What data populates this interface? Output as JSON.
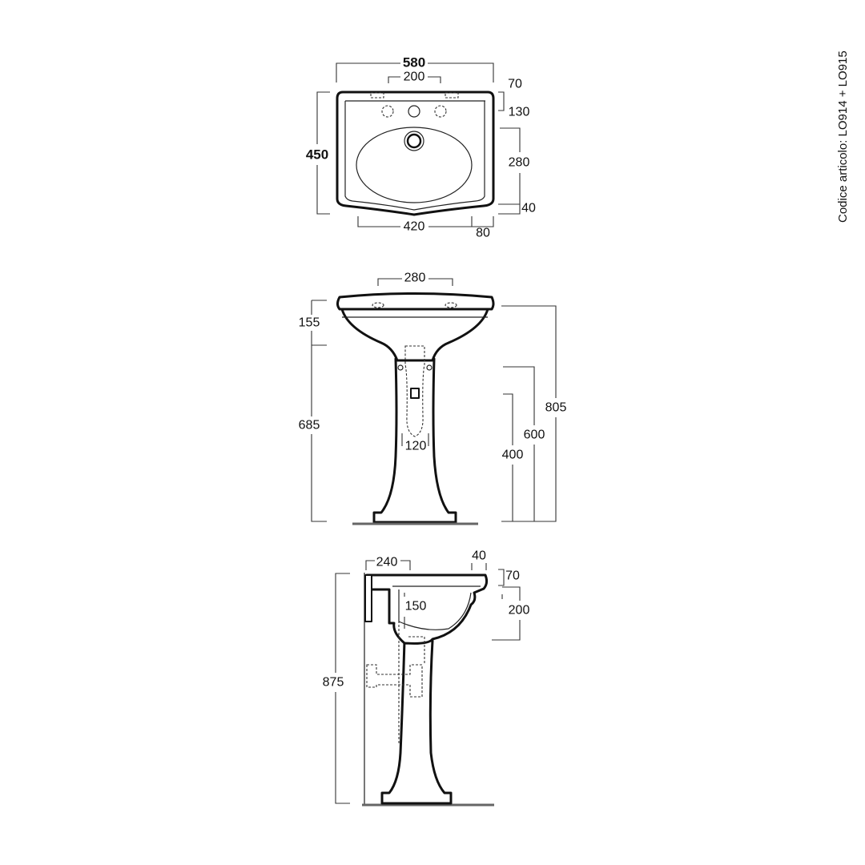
{
  "article_code": "Codice articolo: LO914 + LO915",
  "top_view": {
    "width": "580",
    "tap_spacing": "200",
    "depth": "450",
    "d70": "70",
    "d130": "130",
    "d280": "280",
    "d40": "40",
    "bottom_width": "420",
    "d80": "80"
  },
  "front_view": {
    "d280": "280",
    "d155": "155",
    "d685": "685",
    "d805": "805",
    "d600": "600",
    "d400": "400",
    "d120": "120"
  },
  "side_view": {
    "d240": "240",
    "d40": "40",
    "d70": "70",
    "d150": "150",
    "d200": "200",
    "d875": "875"
  }
}
